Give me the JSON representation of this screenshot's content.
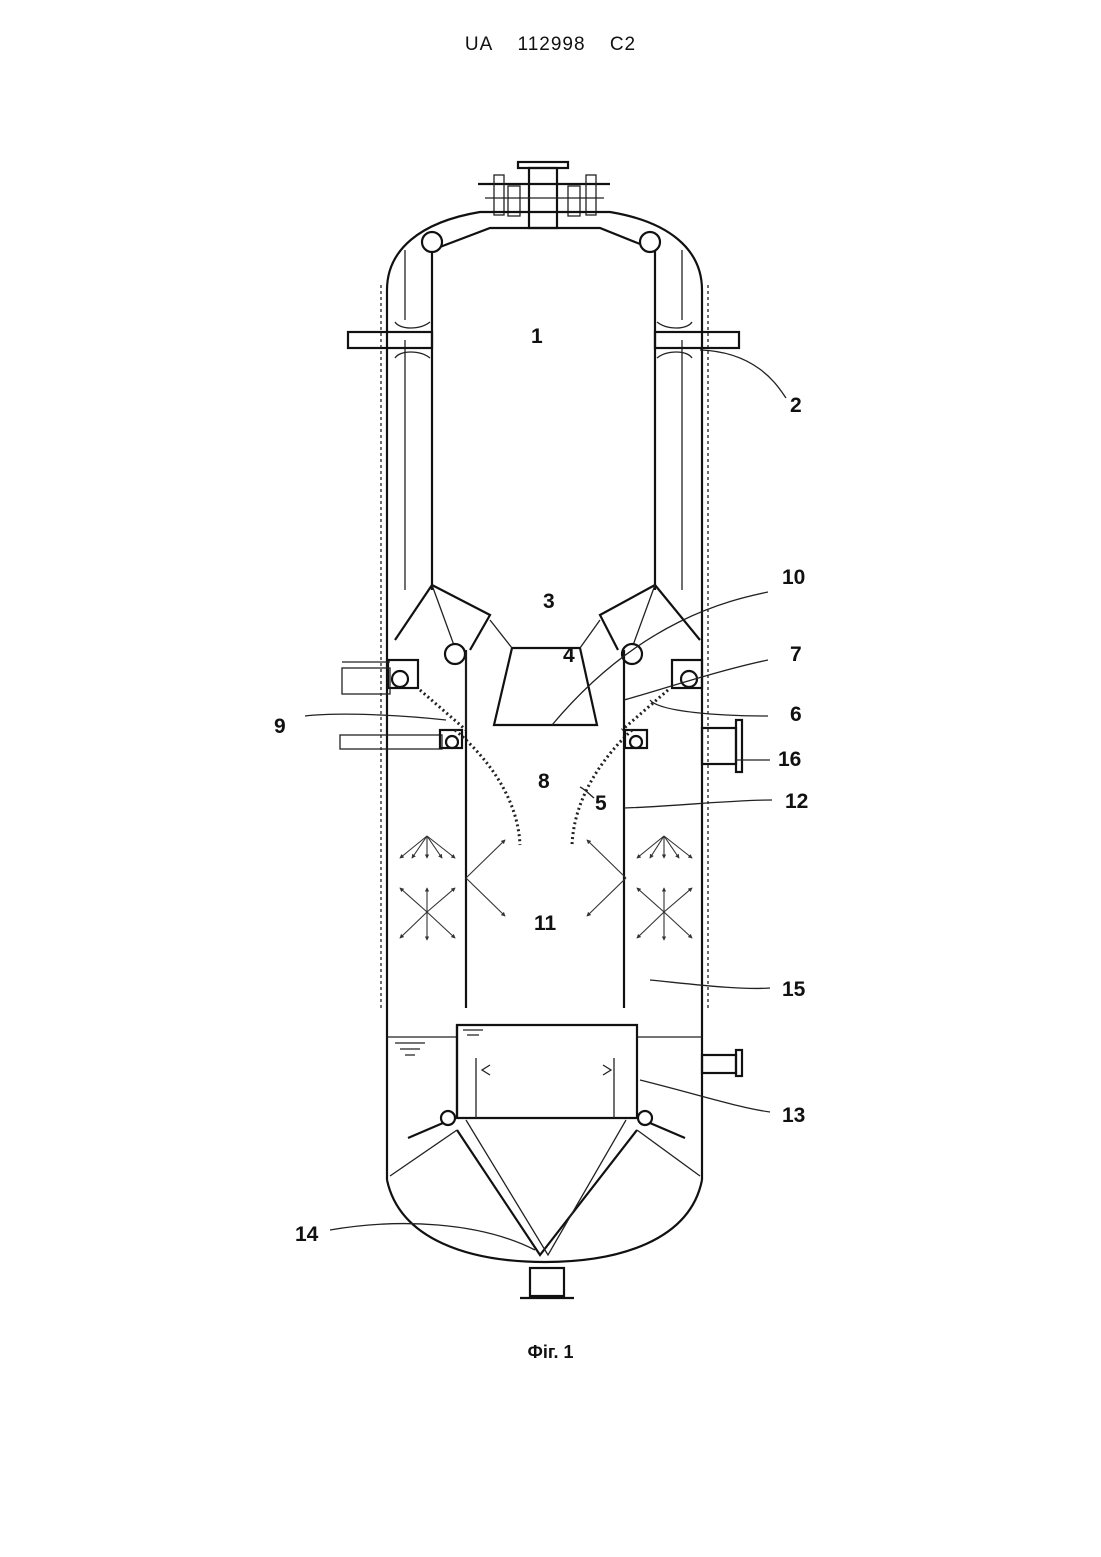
{
  "header": {
    "country": "UA",
    "number": "112998",
    "kind": "C2"
  },
  "figure_caption": "Фіг. 1",
  "labels": {
    "l1": "1",
    "l2": "2",
    "l3": "3",
    "l4": "4",
    "l5": "5",
    "l6": "6",
    "l7": "7",
    "l8": "8",
    "l9": "9",
    "l10": "10",
    "l11": "11",
    "l12": "12",
    "l13": "13",
    "l14": "14",
    "l15": "15",
    "l16": "16"
  }
}
